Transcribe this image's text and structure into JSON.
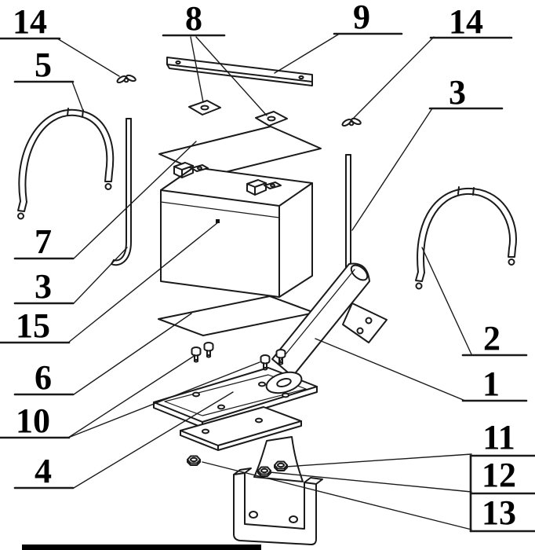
{
  "figure": {
    "background_color": "#ffffff",
    "line_color": "#1a1a1a"
  },
  "labels": {
    "n14_left": "14",
    "n8": "8",
    "n9": "9",
    "n14_right": "14",
    "n5": "5",
    "n3_right": "3",
    "n7": "7",
    "n3_left": "3",
    "n15": "15",
    "n6": "6",
    "n2": "2",
    "n1": "1",
    "n10": "10",
    "n4": "4",
    "n11": "11",
    "n12": "12",
    "n13": "13"
  }
}
